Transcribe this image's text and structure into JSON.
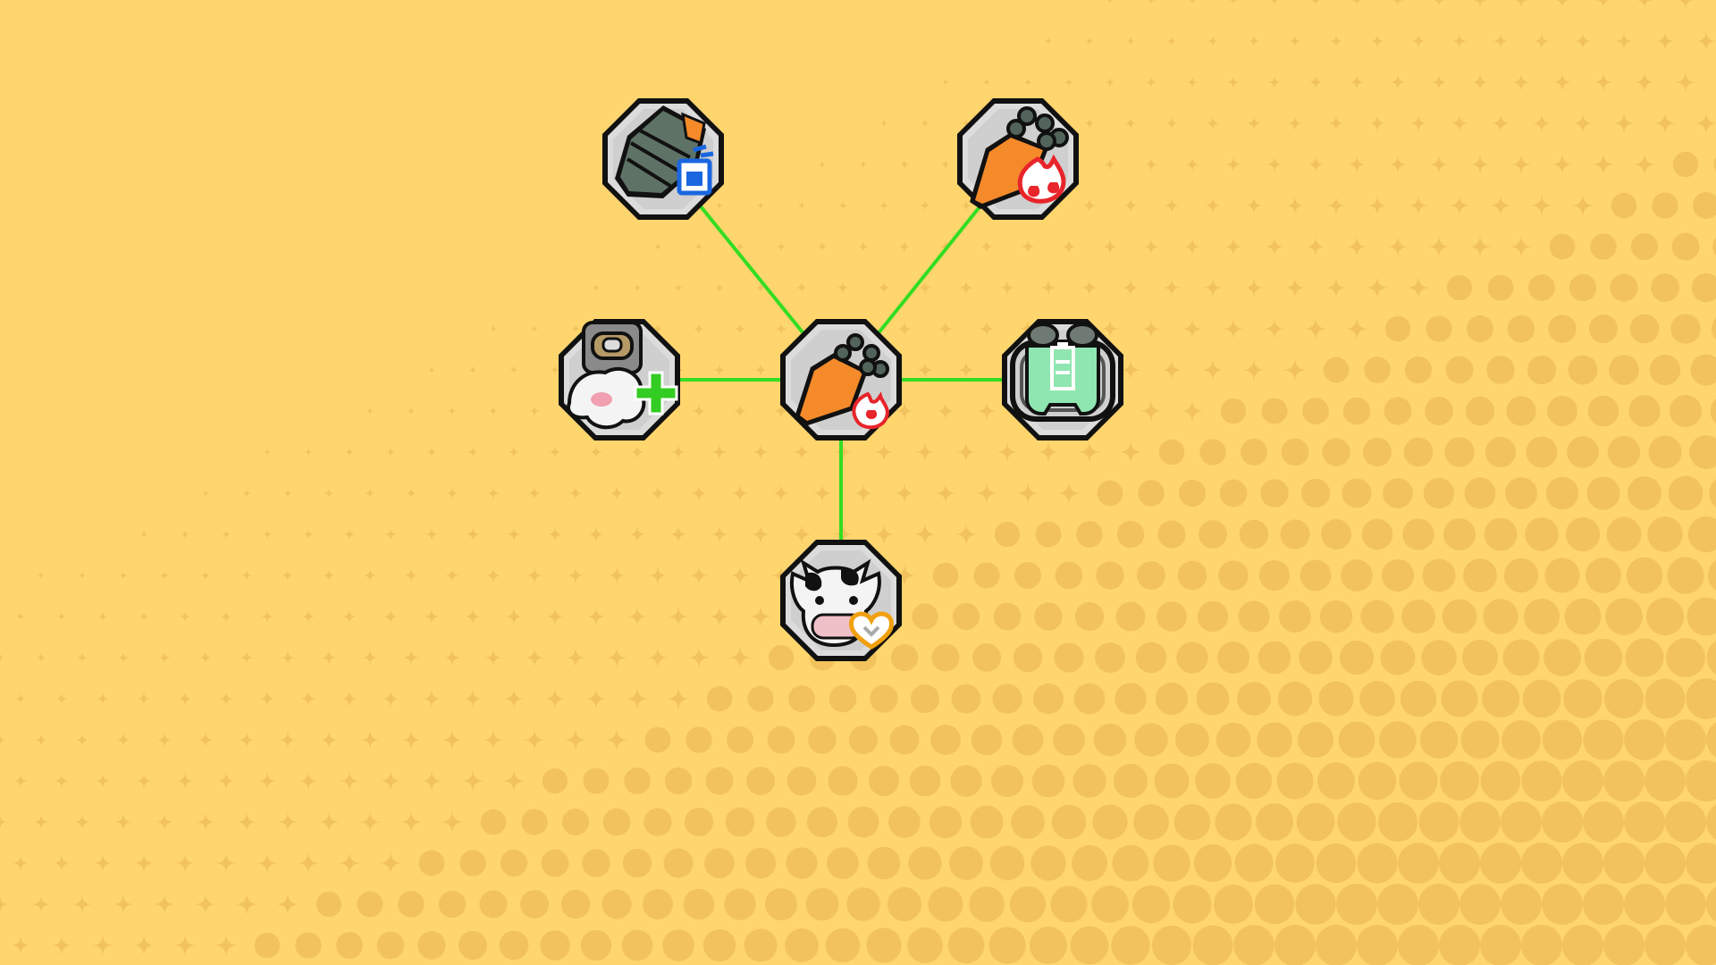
{
  "screen": "skill-tree",
  "colors": {
    "background": "#ffd56e",
    "pattern": "#f2c35c",
    "connector": "#33dd22",
    "node_fill": "#d9d9d9",
    "node_border": "#111111"
  },
  "nodes": [
    {
      "id": "center",
      "icon": "carrot-fire-icon",
      "state": "unlocked",
      "links": [
        "top-left",
        "top-right",
        "left",
        "right",
        "bottom"
      ]
    },
    {
      "id": "top-left",
      "icon": "armored-carrot-water-icon",
      "state": "locked"
    },
    {
      "id": "top-right",
      "icon": "carrot-double-fire-icon",
      "state": "locked"
    },
    {
      "id": "left",
      "icon": "sheep-health-plus-icon",
      "state": "locked"
    },
    {
      "id": "right",
      "icon": "twin-tanks-battery-icon",
      "state": "locked"
    },
    {
      "id": "bottom",
      "icon": "cow-heart-icon",
      "state": "locked"
    }
  ]
}
